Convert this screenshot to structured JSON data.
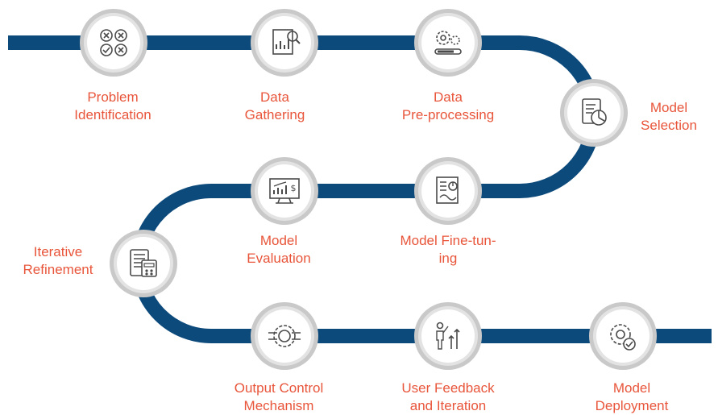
{
  "colors": {
    "path": "#0d4a7c",
    "label": "#e8553a",
    "ring_outer": "#c9c9c9",
    "ring_inner": "#ffffff",
    "icon": "#4a4a4a"
  },
  "steps": [
    {
      "icon": "problem-identification-icon",
      "line1": "Problem",
      "line2": "Identification",
      "line3": ""
    },
    {
      "icon": "data-gathering-icon",
      "line1": "Data",
      "line2": "Gathering",
      "line3": ""
    },
    {
      "icon": "data-preprocessing-icon",
      "line1": "Data",
      "line2": "Pre-processing",
      "line3": ""
    },
    {
      "icon": "model-selection-icon",
      "line1": "Model",
      "line2": "Selection",
      "line3": ""
    },
    {
      "icon": "model-fine-tuning-icon",
      "line1": "Model Fine-tun-",
      "line2": "ing",
      "line3": ""
    },
    {
      "icon": "model-evaluation-icon",
      "line1": "Model",
      "line2": "Evaluation",
      "line3": ""
    },
    {
      "icon": "iterative-refinement-icon",
      "line1": "Iterative",
      "line2": "Refinement",
      "line3": ""
    },
    {
      "icon": "output-control-icon",
      "line1": "Output Control",
      "line2": "Mechanism",
      "line3": ""
    },
    {
      "icon": "user-feedback-icon",
      "line1": "User Feedback",
      "line2": "and Iteration",
      "line3": ""
    },
    {
      "icon": "model-deployment-icon",
      "line1": "Model",
      "line2": "Deployment",
      "line3": ""
    }
  ]
}
